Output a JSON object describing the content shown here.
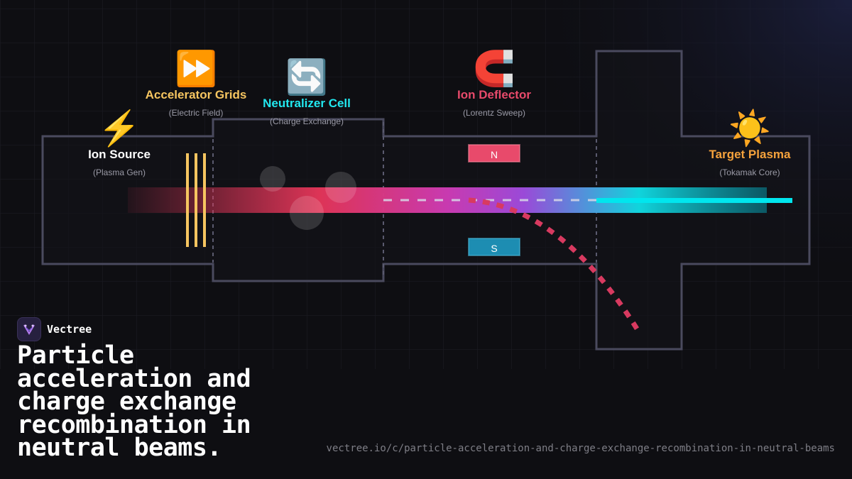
{
  "diagram": {
    "stages": [
      {
        "id": "source",
        "icon_name": "lightning-icon",
        "glyph": "⚡",
        "title": "Ion Source",
        "subtitle": "(Plasma Gen)",
        "color": "#ffffff"
      },
      {
        "id": "grids",
        "icon_name": "fast-forward-icon",
        "glyph": "⏩",
        "title": "Accelerator Grids",
        "subtitle": "(Electric Field)",
        "color": "#f6c560"
      },
      {
        "id": "neutralizer",
        "icon_name": "cycle-arrows-icon",
        "glyph": "🔄",
        "title": "Neutralizer Cell",
        "subtitle": "(Charge Exchange)",
        "color": "#22e8ef"
      },
      {
        "id": "deflector",
        "icon_name": "magnet-icon",
        "glyph": "🧲",
        "title": "Ion Deflector",
        "subtitle": "(Lorentz Sweep)",
        "color": "#e84a6b"
      },
      {
        "id": "target",
        "icon_name": "sun-icon",
        "glyph": "☀️",
        "title": "Target Plasma",
        "subtitle": "(Tokamak Core)",
        "color": "#f5a23c"
      }
    ],
    "magnet_north": "N",
    "magnet_south": "S",
    "colors": {
      "north": "#e84a6b",
      "south": "#1d8db2",
      "grid_lines": "#f6c560",
      "neutral_beam": "#00e6ee",
      "deflected_ions": "#d83a60",
      "chamber_outline": "#4a4a5e"
    }
  },
  "brand": {
    "name": "Vectree"
  },
  "headline": "Particle acceleration and charge exchange recombination in neutral beams.",
  "url": "vectree.io/c/particle-acceleration-and-charge-exchange-recombination-in-neutral-beams"
}
